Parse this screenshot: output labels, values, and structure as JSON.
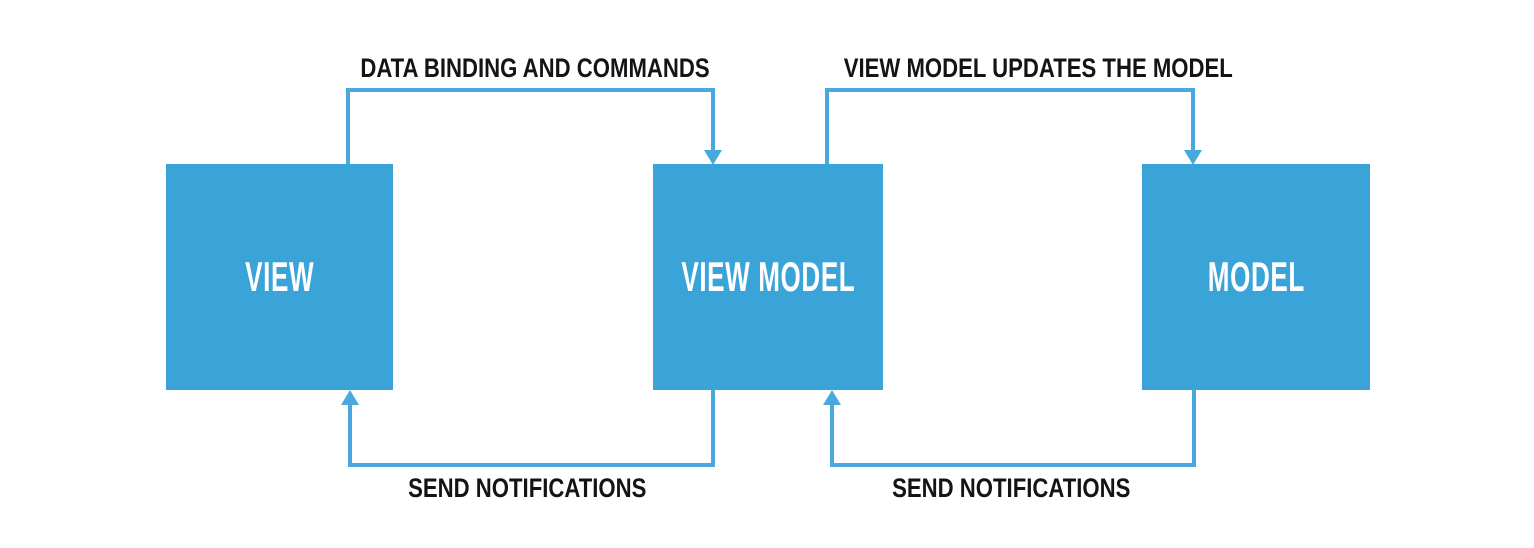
{
  "colors": {
    "background": "#ffffff",
    "box_fill": "#3aa4d9",
    "line": "#49a9dd",
    "label_text": "#141414",
    "box_text": "#ffffff"
  },
  "boxes": [
    {
      "label": "VIEW"
    },
    {
      "label": "VIEW MODEL"
    },
    {
      "label": "MODEL"
    }
  ],
  "arrows": [
    {
      "label": "DATA BINDING AND COMMANDS",
      "from": "VIEW",
      "to": "VIEW MODEL",
      "position": "top"
    },
    {
      "label": "VIEW MODEL UPDATES THE MODEL",
      "from": "VIEW MODEL",
      "to": "MODEL",
      "position": "top"
    },
    {
      "label": "SEND NOTIFICATIONS",
      "from": "VIEW MODEL",
      "to": "VIEW",
      "position": "bottom"
    },
    {
      "label": "SEND NOTIFICATIONS",
      "from": "MODEL",
      "to": "VIEW MODEL",
      "position": "bottom"
    }
  ]
}
